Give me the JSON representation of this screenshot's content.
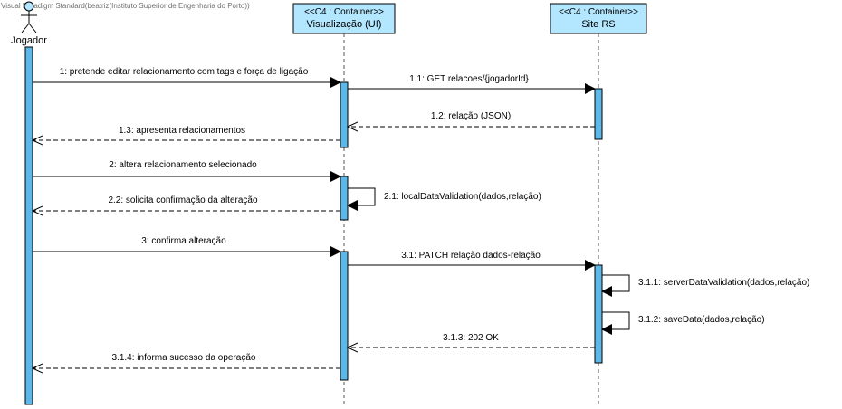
{
  "watermark": "Visual Paradigm Standard(beatriz(Instituto Superior de Engenharia do Porto))",
  "participants": [
    {
      "id": "jogador",
      "kind": "actor",
      "name": "Jogador"
    },
    {
      "id": "ui",
      "kind": "container",
      "stereotype": "<<C4 : Container>>",
      "name": "Visualização (UI)"
    },
    {
      "id": "rs",
      "kind": "container",
      "stereotype": "<<C4 : Container>>",
      "name": "Site RS"
    }
  ],
  "messages": [
    {
      "id": "m1",
      "label": "1: pretende editar relacionamento com tags e força de ligação",
      "from": "jogador",
      "to": "ui",
      "type": "sync"
    },
    {
      "id": "m1_1",
      "label": "1.1: GET relacoes/{jogadorId}",
      "from": "ui",
      "to": "rs",
      "type": "sync"
    },
    {
      "id": "m1_2",
      "label": "1.2: relação (JSON)",
      "from": "rs",
      "to": "ui",
      "type": "return"
    },
    {
      "id": "m1_3",
      "label": "1.3: apresenta relacionamentos",
      "from": "ui",
      "to": "jogador",
      "type": "return"
    },
    {
      "id": "m2",
      "label": "2: altera relacionamento selecionado",
      "from": "jogador",
      "to": "ui",
      "type": "sync"
    },
    {
      "id": "m2_1",
      "label": "2.1: localDataValidation(dados,relação)",
      "from": "ui",
      "to": "ui",
      "type": "self"
    },
    {
      "id": "m2_2",
      "label": "2.2: solicita confirmação da alteração",
      "from": "ui",
      "to": "jogador",
      "type": "return"
    },
    {
      "id": "m3",
      "label": "3: confirma alteração",
      "from": "jogador",
      "to": "ui",
      "type": "sync"
    },
    {
      "id": "m3_1",
      "label": "3.1: PATCH relação dados-relação",
      "from": "ui",
      "to": "rs",
      "type": "sync"
    },
    {
      "id": "m3_1_1",
      "label": "3.1.1: serverDataValidation(dados,relação)",
      "from": "rs",
      "to": "rs",
      "type": "self"
    },
    {
      "id": "m3_1_2",
      "label": "3.1.2: saveData(dados,relação)",
      "from": "rs",
      "to": "rs",
      "type": "self"
    },
    {
      "id": "m3_1_3",
      "label": "3.1.3: 202 OK",
      "from": "rs",
      "to": "ui",
      "type": "return"
    },
    {
      "id": "m3_1_4",
      "label": "3.1.4: informa sucesso da operação",
      "from": "ui",
      "to": "jogador",
      "type": "return"
    }
  ],
  "colors": {
    "container_fill": "#b3e6ff",
    "activation_fill": "#5bb8e8",
    "line": "#000000",
    "lifeline": "#555555",
    "watermark": "#6f6f6f"
  }
}
